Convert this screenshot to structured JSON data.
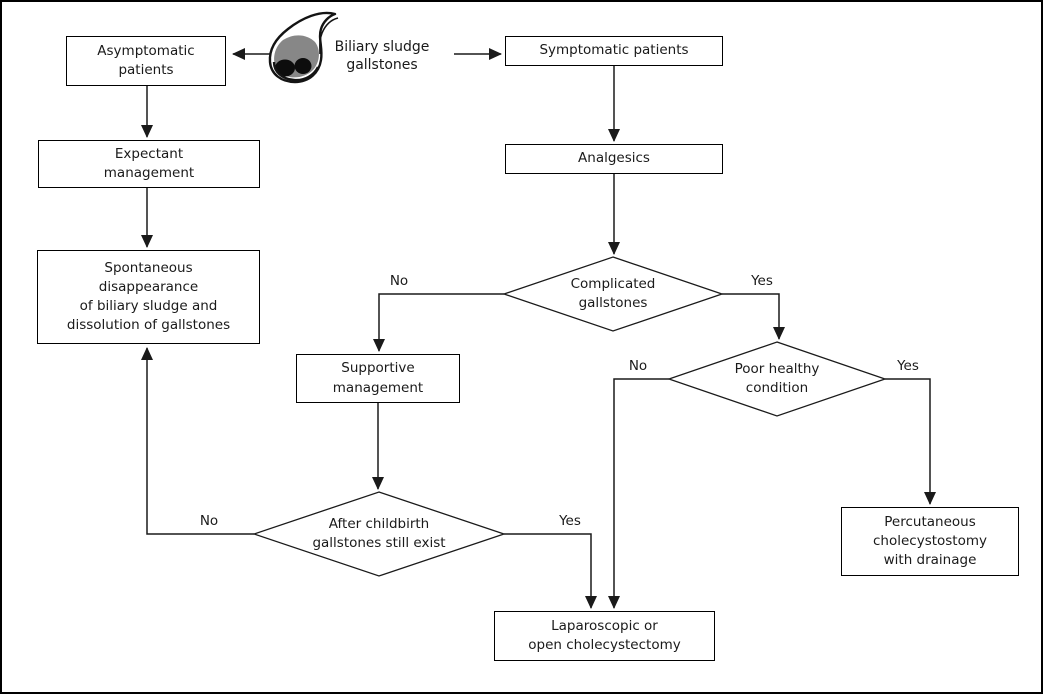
{
  "diagram": {
    "source_node": {
      "label": "Biliary sludge\ngallstones",
      "icon": "gallbladder-icon"
    },
    "nodes": {
      "asymptomatic": {
        "label": "Asymptomatic\npatients",
        "type": "process"
      },
      "symptomatic": {
        "label": "Symptomatic patients",
        "type": "process"
      },
      "expectant": {
        "label": "Expectant\nmanagement",
        "type": "process"
      },
      "spontaneous": {
        "label": "Spontaneous\ndisappearance\nof biliary sludge and\ndissolution of gallstones",
        "type": "process"
      },
      "analgesics": {
        "label": "Analgesics",
        "type": "process"
      },
      "complicated": {
        "label": "Complicated\ngallstones",
        "type": "decision"
      },
      "supportive": {
        "label": "Supportive\nmanagement",
        "type": "process"
      },
      "poor_health": {
        "label": "Poor healthy\ncondition",
        "type": "decision"
      },
      "after_childbirth": {
        "label": "After childbirth\ngallstones still exist",
        "type": "decision"
      },
      "percutaneous": {
        "label": "Percutaneous\ncholecystostomy\nwith drainage",
        "type": "process"
      },
      "laparoscopic": {
        "label": "Laparoscopic or\nopen cholecystectomy",
        "type": "process"
      }
    },
    "edge_labels": {
      "complicated_no": "No",
      "complicated_yes": "Yes",
      "poor_health_no": "No",
      "poor_health_yes": "Yes",
      "after_childbirth_no": "No",
      "after_childbirth_yes": "Yes"
    },
    "colors": {
      "line": "#1a1a1a",
      "text": "#1a1a1a",
      "background": "#ffffff",
      "sludge_gray": "#878787",
      "stone_black": "#0d0d0d"
    }
  }
}
